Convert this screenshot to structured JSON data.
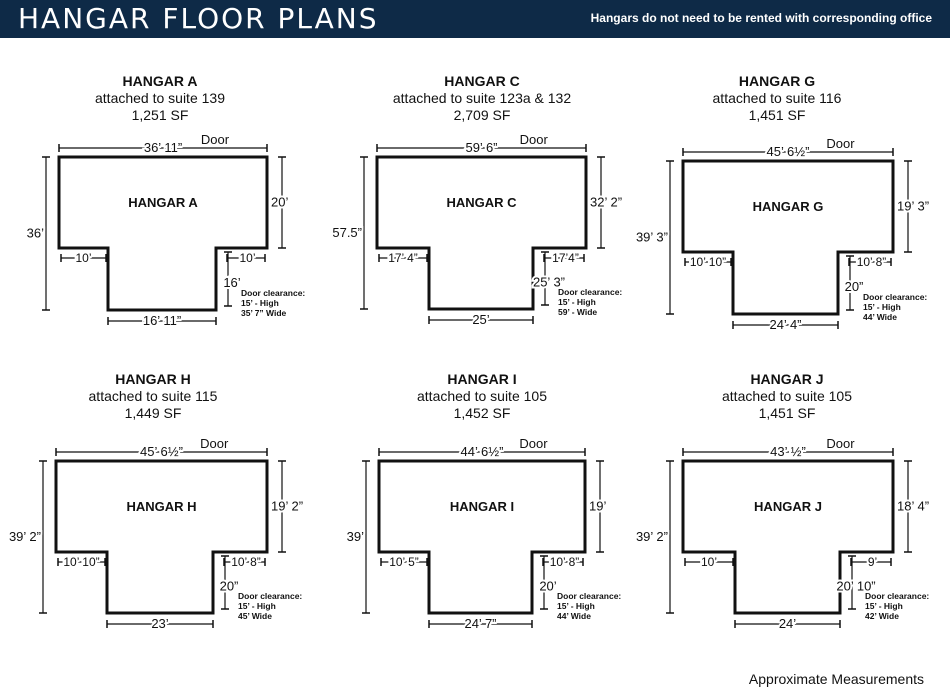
{
  "header": {
    "title": "HANGAR FLOOR PLANS",
    "note": "Hangars do not need to be rented with corresponding office"
  },
  "footer": {
    "note": "Approximate Measurements"
  },
  "colors": {
    "header_bg": "#0e2a47",
    "line": "#111111"
  },
  "hangars": [
    {
      "name": "HANGAR A",
      "attached": "attached to suite 139",
      "area": "1,251 SF",
      "label": "HANGAR A",
      "door": "Door",
      "top": "36’ 11”",
      "left": "36’",
      "right": "20’",
      "leftStep": "10’",
      "rightStep": "10’",
      "neck": "16’",
      "bottom": "16’ 11”",
      "clearance_title": "Door clearance:",
      "clearance_high": "15’ - High",
      "clearance_wide": "35’ 7” Wide"
    },
    {
      "name": "HANGAR C",
      "attached": "attached to suite 123a & 132",
      "area": "2,709 SF",
      "label": "HANGAR C",
      "door": "Door",
      "top": "59’ 6”",
      "left": "57.5”",
      "right": "32’ 2”",
      "leftStep": "17’ 4”",
      "rightStep": "17’4”",
      "neck": "25’ 3”",
      "bottom": "25’",
      "clearance_title": "Door clearance:",
      "clearance_high": "15’ - High",
      "clearance_wide": "59’ - Wide"
    },
    {
      "name": "HANGAR G",
      "attached": "attached to suite 116",
      "area": "1,451 SF",
      "label": "HANGAR G",
      "door": "Door",
      "top": "45’ 6½”",
      "left": "39’ 3”",
      "right": "19’ 3”",
      "leftStep": "10’ 10”",
      "rightStep": "10’ 8”",
      "neck": "20”",
      "bottom": "24’ 4”",
      "clearance_title": "Door clearance:",
      "clearance_high": "15’ - High",
      "clearance_wide": "44’ Wide"
    },
    {
      "name": "HANGAR H",
      "attached": "attached to suite 115",
      "area": "1,449 SF",
      "label": "HANGAR H",
      "door": "Door",
      "top": "45’ 6½”",
      "left": "39’ 2”",
      "right": "19’ 2”",
      "leftStep": "10’ 10”",
      "rightStep": "10’ 8”",
      "neck": "20”",
      "bottom": "23’",
      "clearance_title": "Door clearance:",
      "clearance_high": "15’ - High",
      "clearance_wide": "45’ Wide"
    },
    {
      "name": "HANGAR I",
      "attached": "attached to suite 105",
      "area": "1,452 SF",
      "label": "HANGAR I",
      "door": "Door",
      "top": "44’ 6½”",
      "left": "39’",
      "right": "19’",
      "leftStep": "10’ 5”",
      "rightStep": "10’ 8”",
      "neck": "20’",
      "bottom": "24’ 7”",
      "clearance_title": "Door clearance:",
      "clearance_high": "15’ - High",
      "clearance_wide": "44’ Wide"
    },
    {
      "name": "HANGAR J",
      "attached": "attached to suite 105",
      "area": "1,451 SF",
      "label": "HANGAR J",
      "door": "Door",
      "top": "43’ ½”",
      "left": "39’ 2”",
      "right": "18’ 4”",
      "leftStep": "10’",
      "rightStep": "9’",
      "neck": "20’ 10”",
      "bottom": "24’",
      "clearance_title": "Door clearance:",
      "clearance_high": "15’ - High",
      "clearance_wide": "42’ Wide"
    }
  ]
}
